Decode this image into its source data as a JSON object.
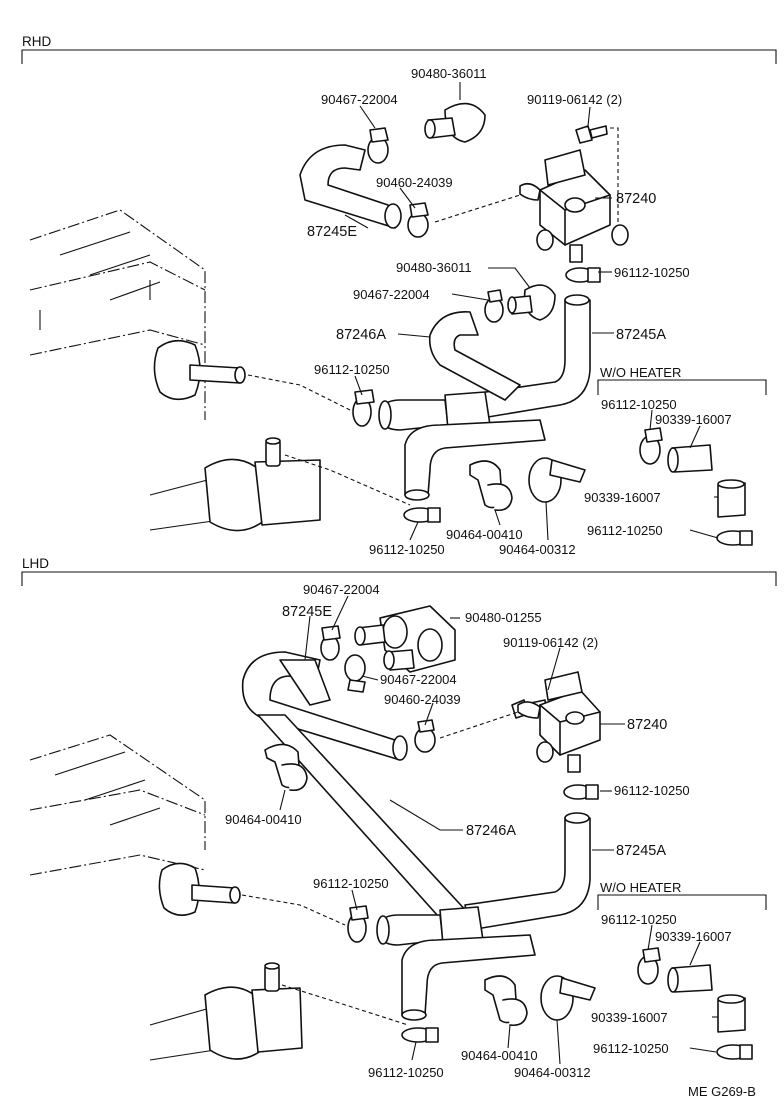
{
  "sections": {
    "rhd": "RHD",
    "lhd": "LHD"
  },
  "rhd": {
    "p_90480_36011_a": "90480-36011",
    "p_90467_22004_a": "90467-22004",
    "p_90119_06142": "90119-06142 (2)",
    "p_90460_24039": "90460-24039",
    "p_87240": "87240",
    "p_87245E": "87245E",
    "p_90480_36011_b": "90480-36011",
    "p_96112_10250_a": "96112-10250",
    "p_90467_22004_b": "90467-22004",
    "p_87246A": "87246A",
    "p_87245A": "87245A",
    "p_96112_10250_b": "96112-10250",
    "wo_heater": "W/O HEATER",
    "wo_96112_10250_a": "96112-10250",
    "wo_90339_16007_a": "90339-16007",
    "wo_90339_16007_b": "90339-16007",
    "wo_96112_10250_b": "96112-10250",
    "p_90464_00410": "90464-00410",
    "p_90464_00312": "90464-00312",
    "p_96112_10250_c": "96112-10250"
  },
  "lhd": {
    "p_90467_22004_a": "90467-22004",
    "p_87245E": "87245E",
    "p_90480_01255": "90480-01255",
    "p_90119_06142": "90119-06142 (2)",
    "p_90467_22004_b": "90467-22004",
    "p_90460_24039": "90460-24039",
    "p_87240": "87240",
    "p_90464_00410_a": "90464-00410",
    "p_96112_10250_a": "96112-10250",
    "p_87246A": "87246A",
    "p_87245A": "87245A",
    "p_96112_10250_b": "96112-10250",
    "wo_heater": "W/O HEATER",
    "wo_96112_10250_a": "96112-10250",
    "wo_90339_16007_a": "90339-16007",
    "wo_90339_16007_b": "90339-16007",
    "wo_96112_10250_b": "96112-10250",
    "p_96112_10250_c": "96112-10250",
    "p_90464_00410_b": "90464-00410",
    "p_90464_00312": "90464-00312"
  },
  "figure_code": "ME G269-B"
}
